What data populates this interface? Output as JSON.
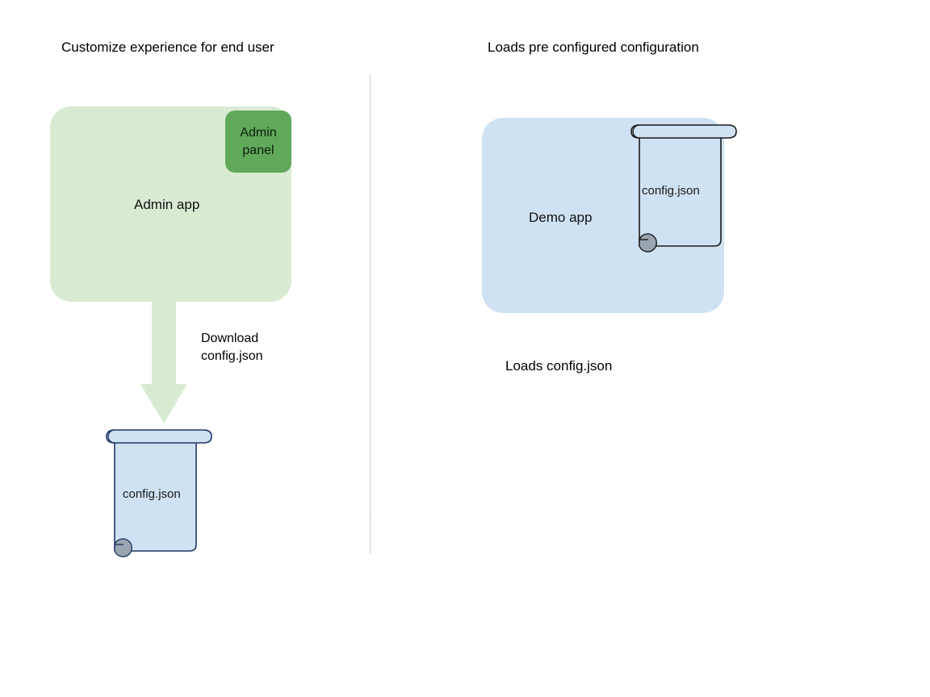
{
  "diagram": {
    "background_color": "#ffffff",
    "left_section": {
      "heading": "Customize experience for end user",
      "app": {
        "label": "Admin app",
        "fill_color": "#d9ead3"
      },
      "panel_chip": {
        "label": "Admin\npanel",
        "fill_color": "#60a95a"
      },
      "arrow": {
        "label": "Download\nconfig.json",
        "direction": "down",
        "fill_color": "#d9ead3"
      },
      "document": {
        "label": "config.json",
        "fill_color": "#cfe2f3",
        "stroke_color": "#1f3864",
        "curl_color": "#9aa5b1",
        "icon": "scroll-document-icon"
      }
    },
    "right_section": {
      "heading": "Loads pre configured configuration",
      "app": {
        "label": "Demo app",
        "fill_color": "#cfe2f3"
      },
      "document": {
        "label": "config.json",
        "fill_color": "#cfe2f3",
        "stroke_color": "#1a1a1a",
        "curl_color": "#9aa5b1",
        "icon": "scroll-document-icon"
      },
      "caption": "Loads config.json"
    },
    "divider": {
      "style": "dotted",
      "orientation": "vertical",
      "color": "#9a9a9a"
    }
  }
}
